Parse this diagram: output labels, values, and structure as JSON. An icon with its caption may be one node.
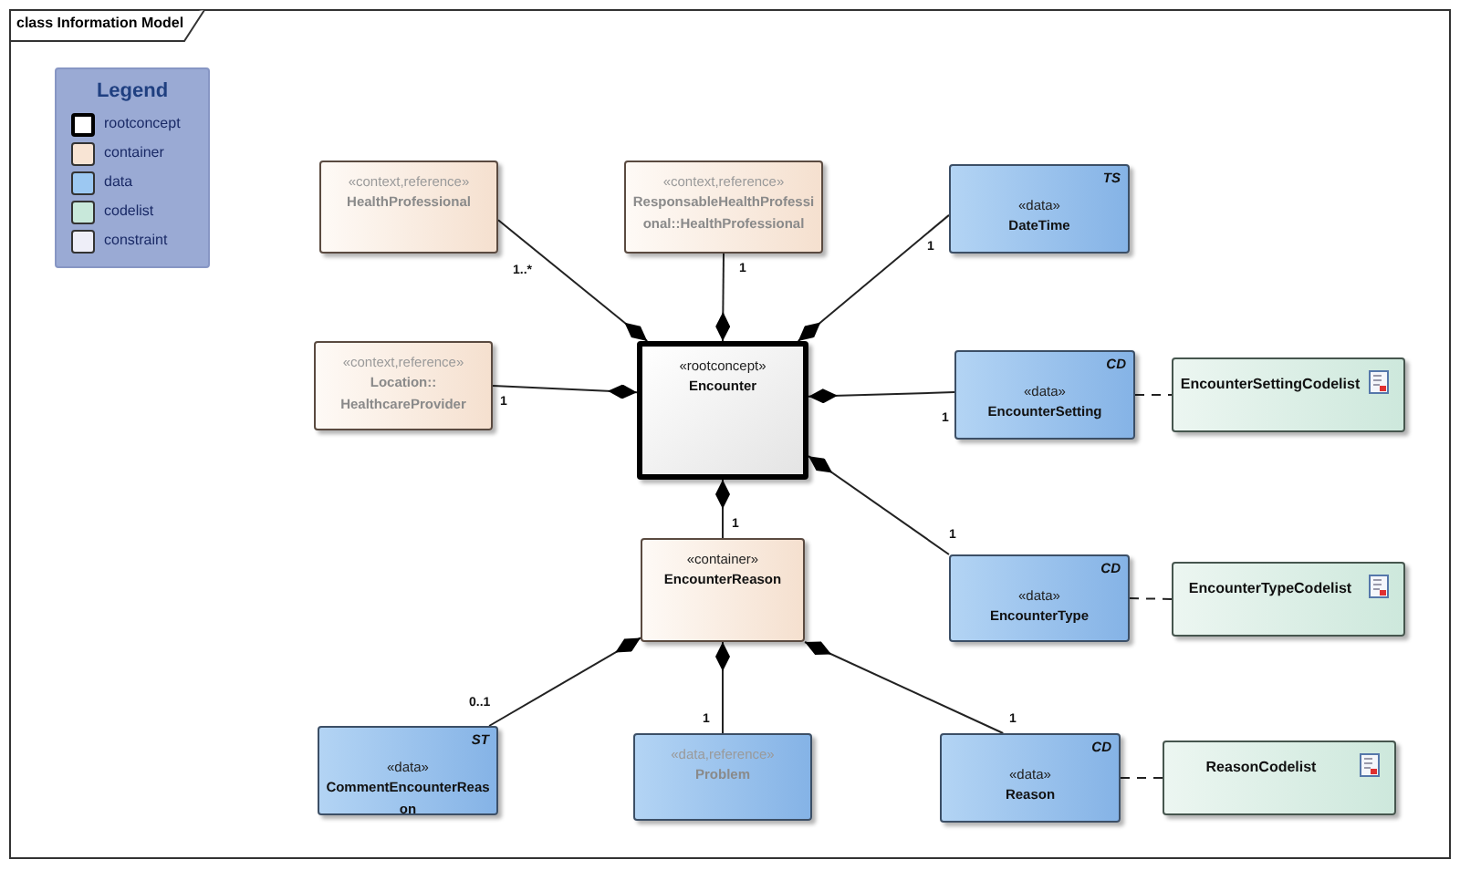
{
  "diagram": {
    "title": "class Information Model",
    "nodes": [
      {
        "text": [
          "«context,reference»",
          "HealthProfessional"
        ]
      },
      {
        "text": [
          "«context,reference»",
          "ResponsableHealthProfessional::HealthProfessional"
        ]
      },
      {
        "text": [
          "TS",
          "«data»",
          "DateTime"
        ]
      },
      {
        "text": [
          "«context,reference»",
          "Location:: HealthcareProvider"
        ]
      },
      {
        "text": [
          "«rootconcept»",
          "Encounter"
        ]
      },
      {
        "text": [
          "CD",
          "«data»",
          "EncounterSetting"
        ]
      },
      {
        "text": [
          "EncounterSettingCodelist"
        ]
      },
      {
        "text": [
          "«container»",
          "EncounterReason"
        ]
      },
      {
        "text": [
          "CD",
          "«data»",
          "EncounterType"
        ]
      },
      {
        "text": [
          "EncounterTypeCodelist"
        ]
      },
      {
        "text": [
          "ST",
          "«data»",
          "CommentEncounterReason"
        ]
      },
      {
        "text": [
          "«data,reference»",
          "Problem"
        ]
      },
      {
        "text": [
          "CD",
          "«data»",
          "Reason"
        ]
      },
      {
        "text": [
          "ReasonCodelist"
        ]
      }
    ],
    "edges": [
      {
        "from": 0,
        "to": 4,
        "arrow": "other",
        "label": "1..*"
      },
      {
        "from": 1,
        "to": 4,
        "arrow": "other",
        "label": "1"
      },
      {
        "from": 2,
        "to": 4,
        "arrow": "other",
        "label": "1"
      },
      {
        "from": 3,
        "to": 4,
        "arrow": "other",
        "label": "1"
      },
      {
        "from": 5,
        "to": 4,
        "arrow": "other",
        "label": "1"
      },
      {
        "from": 8,
        "to": 4,
        "arrow": "other",
        "label": "1"
      },
      {
        "from": 7,
        "to": 4,
        "arrow": "other",
        "label": "1"
      },
      {
        "from": 10,
        "to": 7,
        "arrow": "other",
        "label": "0..1"
      },
      {
        "from": 11,
        "to": 7,
        "arrow": "other",
        "label": "1"
      },
      {
        "from": 12,
        "to": 7,
        "arrow": "other",
        "label": "1"
      },
      {
        "from": 5,
        "to": 6,
        "arrow": "none",
        "style": "dashed"
      },
      {
        "from": 8,
        "to": 9,
        "arrow": "none",
        "style": "dashed"
      },
      {
        "from": 12,
        "to": 13,
        "arrow": "none",
        "style": "dashed"
      }
    ],
    "labels": [
      "Legend"
    ],
    "legend": [
      {
        "text": "rootconcept",
        "color": "#ffffff"
      },
      {
        "text": "container",
        "color": "#f8e4d4"
      },
      {
        "text": "data",
        "color": "#9cc8f2"
      },
      {
        "text": "codelist",
        "color": "#c8e8da"
      },
      {
        "text": "constraint",
        "color": "#eeeef8"
      }
    ]
  }
}
